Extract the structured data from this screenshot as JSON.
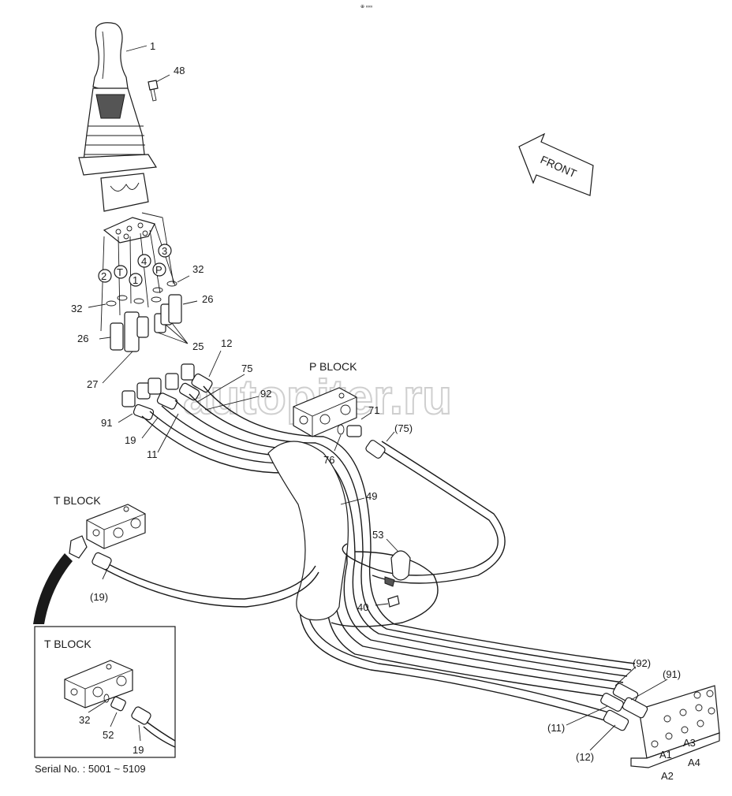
{
  "header": {
    "small_mark": "⊕ ∞∞"
  },
  "watermark": "autopiter.ru",
  "direction": {
    "label": "FRONT"
  },
  "blocks": {
    "p_block": "P BLOCK",
    "t_block": "T BLOCK",
    "inset_t_block": "T BLOCK"
  },
  "ports": [
    "2",
    "T",
    "1",
    "4",
    "P",
    "3"
  ],
  "callouts": {
    "c1": "1",
    "c48": "48",
    "c32a": "32",
    "c32b": "32",
    "c26a": "26",
    "c26b": "26",
    "c25": "25",
    "c27": "27",
    "c12": "12",
    "c75": "75",
    "c92": "92",
    "c91": "91",
    "c19": "19",
    "c11": "11",
    "c71": "71",
    "c75p": "(75)",
    "c76": "76",
    "c49": "49",
    "c53": "53",
    "c40": "40",
    "c19p": "(19)",
    "c92p": "(92)",
    "c91p": "(91)",
    "c11p": "(11)",
    "c12p": "(12)",
    "a1": "A1",
    "a2": "A2",
    "a3": "A3",
    "a4": "A4",
    "inset32": "32",
    "inset52": "52",
    "inset19": "19"
  },
  "serial": "Serial No. : 5001 ~ 5109"
}
